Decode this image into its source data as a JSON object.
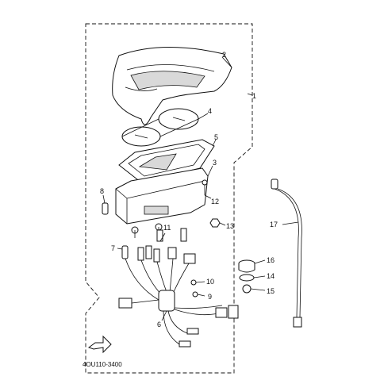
{
  "diagram": {
    "callouts": {
      "c1": "1",
      "c2": "2",
      "c3": "3",
      "c4": "4",
      "c5": "5",
      "c6": "6",
      "c7": "7",
      "c8": "8",
      "c9": "9",
      "c10": "10",
      "c11": "11",
      "c12": "12",
      "c13": "13",
      "c14": "14",
      "c15": "15",
      "c16": "16",
      "c17": "17"
    },
    "drawing_code": "4OU110-3400"
  }
}
